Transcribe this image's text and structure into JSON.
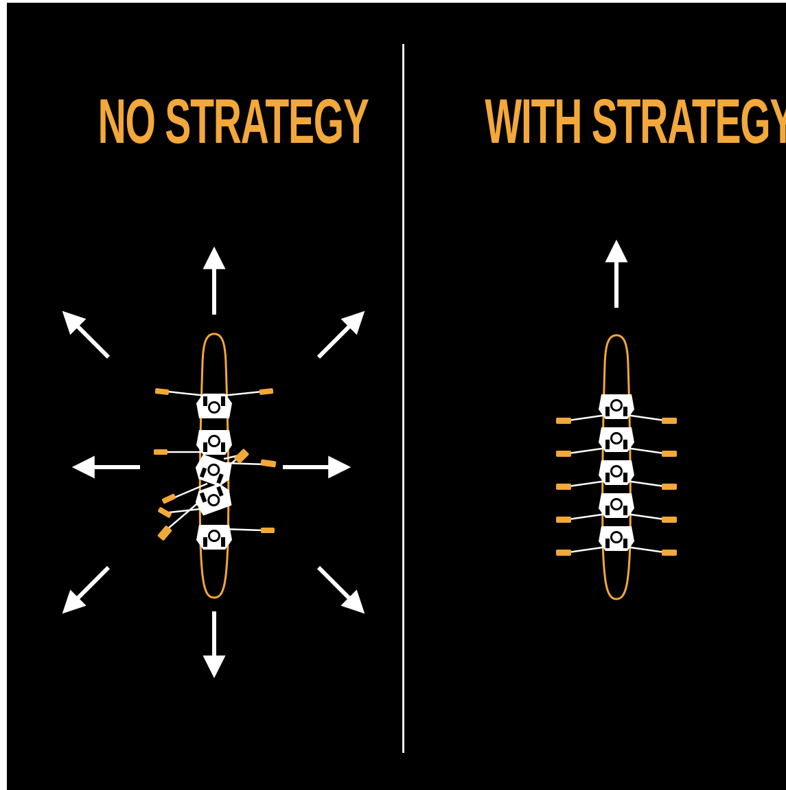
{
  "colors": {
    "background": "#000000",
    "accent": "#f2a83a",
    "foreground": "#ffffff"
  },
  "left_panel": {
    "title": "NO STRATEGY",
    "arrow_icons": [
      "arrow-up-icon",
      "arrow-up-left-icon",
      "arrow-up-right-icon",
      "arrow-left-icon",
      "arrow-right-icon",
      "arrow-down-left-icon",
      "arrow-down-right-icon",
      "arrow-down-icon"
    ],
    "rowers": 5
  },
  "right_panel": {
    "title": "WITH STRATEGY",
    "arrow_icons": [
      "arrow-up-icon"
    ],
    "rowers": 5
  }
}
